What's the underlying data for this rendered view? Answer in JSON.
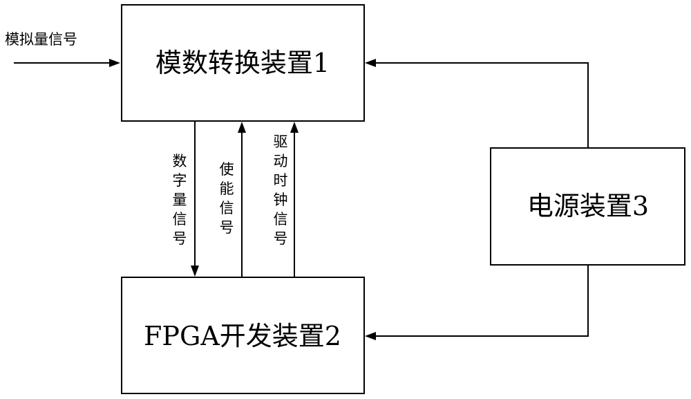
{
  "blocks": {
    "adc": {
      "label": "模数转换装置1"
    },
    "fpga": {
      "label": "FPGA开发装置2"
    },
    "power": {
      "label": "电源装置3"
    }
  },
  "signals": {
    "analog_input": {
      "label": "模拟量信号"
    },
    "digital": {
      "chars": [
        "数",
        "字",
        "量",
        "信",
        "号"
      ]
    },
    "enable": {
      "chars": [
        "使",
        "能",
        "信",
        "号"
      ]
    },
    "clock": {
      "chars": [
        "驱",
        "动",
        "时",
        "钟",
        "信",
        "号"
      ]
    }
  }
}
